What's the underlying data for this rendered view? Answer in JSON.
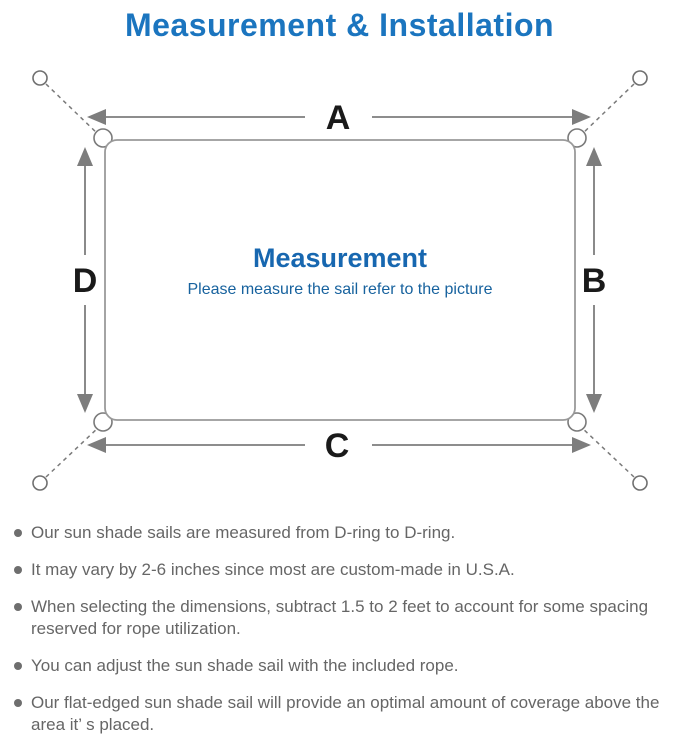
{
  "title": "Measurement & Installation",
  "diagram": {
    "center_heading": "Measurement",
    "center_subtitle": "Please measure the sail refer to the picture",
    "labels": {
      "top": "A",
      "right": "B",
      "bottom": "C",
      "left": "D"
    }
  },
  "colors": {
    "title_blue": "#1B75BF",
    "center_blue": "#1767B0",
    "line_gray": "#8a8a8a",
    "note_gray": "#666666"
  },
  "notes": [
    "Our sun shade sails are measured from D-ring to D-ring.",
    "It may vary by 2-6 inches since most are custom-made in U.S.A.",
    "When selecting the dimensions, subtract 1.5 to 2 feet to account for some spacing reserved for rope utilization.",
    "You can adjust the sun shade sail with the included rope.",
    "Our flat-edged sun shade sail will provide an optimal amount of coverage above the area it’ s placed."
  ]
}
